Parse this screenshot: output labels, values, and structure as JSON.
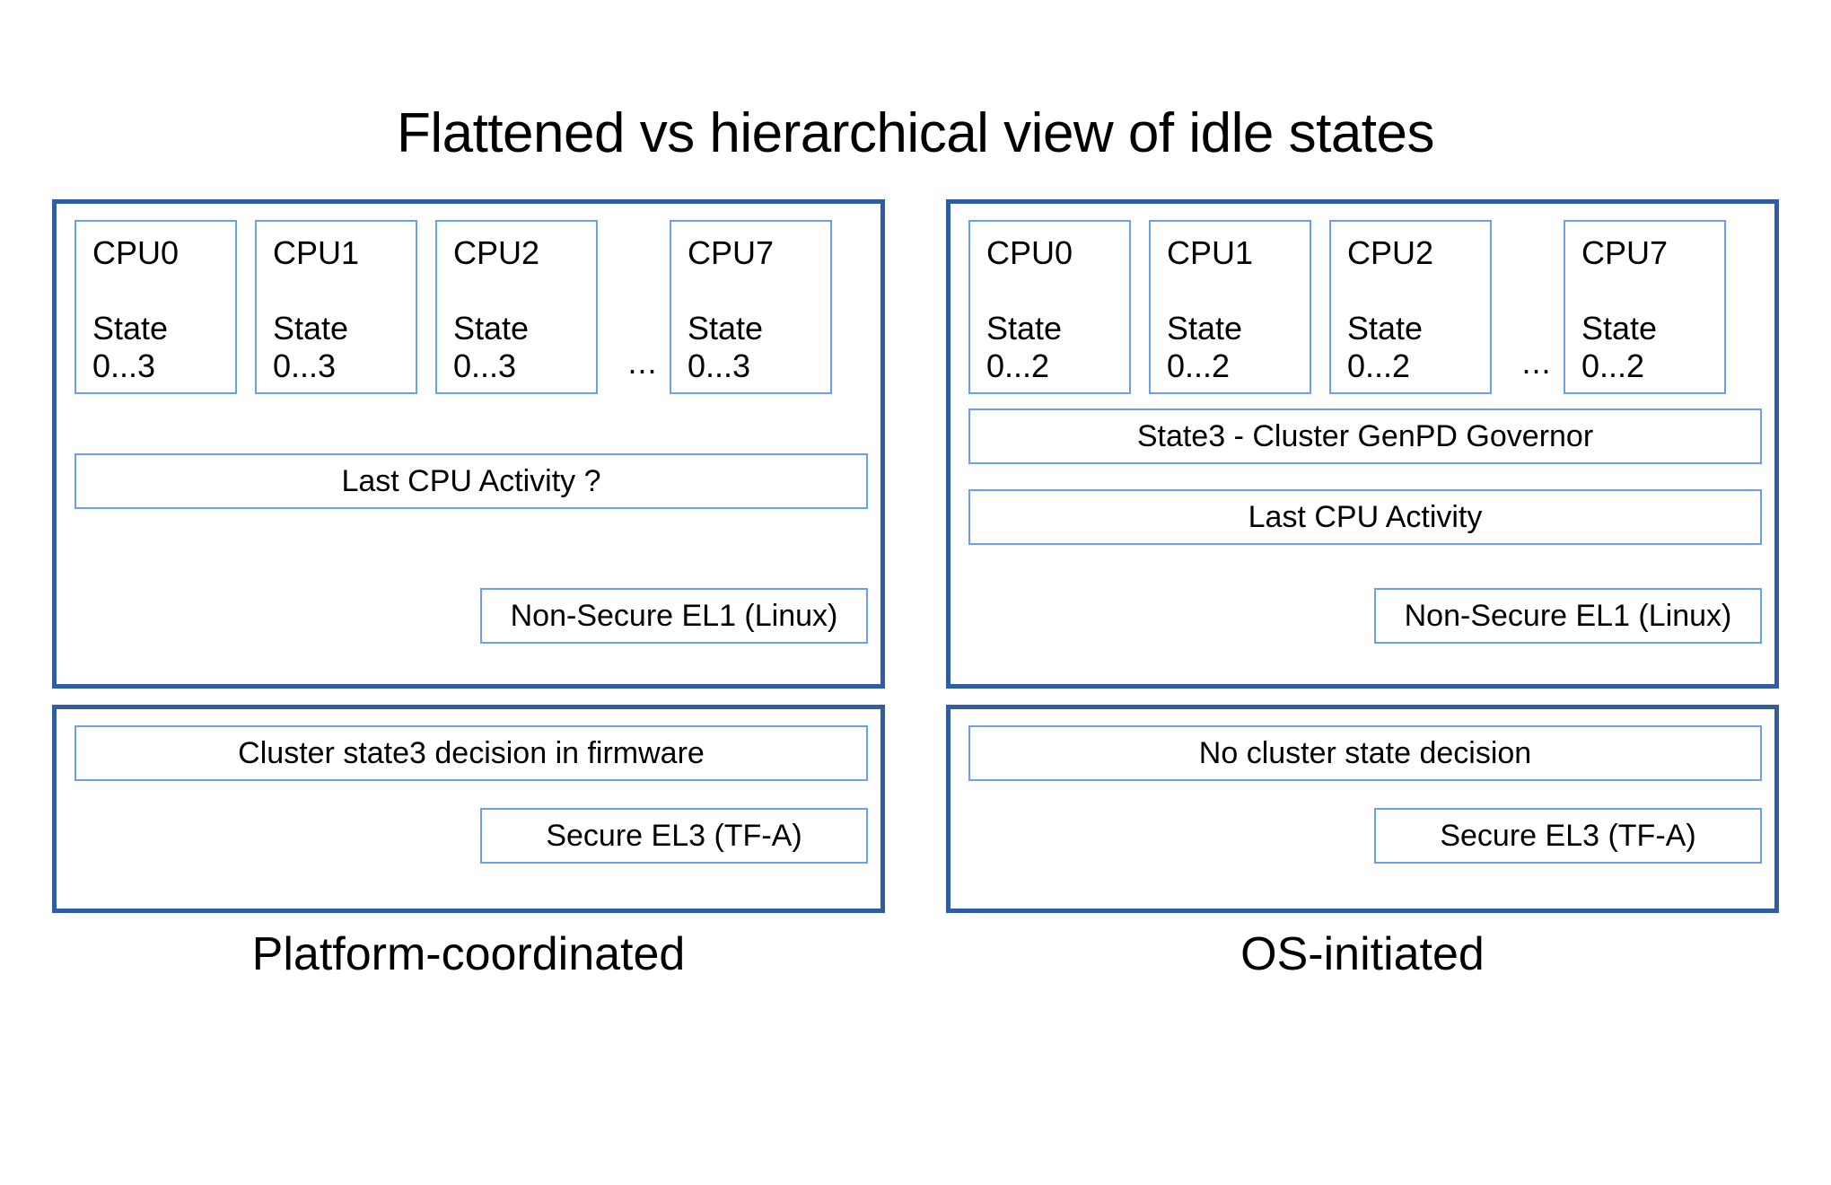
{
  "slide": {
    "title": "Flattened vs hierarchical view of idle states",
    "background_color": "#ffffff",
    "outer_border_color": "#2e5da3",
    "inner_border_color": "#6d9eeb",
    "text_color": "#000000"
  },
  "left_column": {
    "caption": "Platform-coordinated",
    "os_panel": {
      "cpus": [
        {
          "name": "CPU0",
          "state": "State\n0...3"
        },
        {
          "name": "CPU1",
          "state": "State\n0...3"
        },
        {
          "name": "CPU2",
          "state": "State\n0...3"
        },
        {
          "name": "CPU7",
          "state": "State\n0...3"
        }
      ],
      "ellipsis": "...",
      "last_cpu_activity": "Last CPU Activity ?",
      "level_label": "Non-Secure EL1 (Linux)"
    },
    "fw_panel": {
      "decision": "Cluster state3 decision in firmware",
      "level_label": "Secure EL3 (TF-A)"
    }
  },
  "right_column": {
    "caption": "OS-initiated",
    "os_panel": {
      "cpus": [
        {
          "name": "CPU0",
          "state": "State\n0...2"
        },
        {
          "name": "CPU1",
          "state": "State\n0...2"
        },
        {
          "name": "CPU2",
          "state": "State\n0...2"
        },
        {
          "name": "CPU7",
          "state": "State\n0...2"
        }
      ],
      "ellipsis": "...",
      "cluster_governor": "State3 - Cluster GenPD Governor",
      "last_cpu_activity": "Last CPU Activity",
      "level_label": "Non-Secure EL1 (Linux)"
    },
    "fw_panel": {
      "decision": "No cluster state decision",
      "level_label": "Secure EL3 (TF-A)"
    }
  }
}
